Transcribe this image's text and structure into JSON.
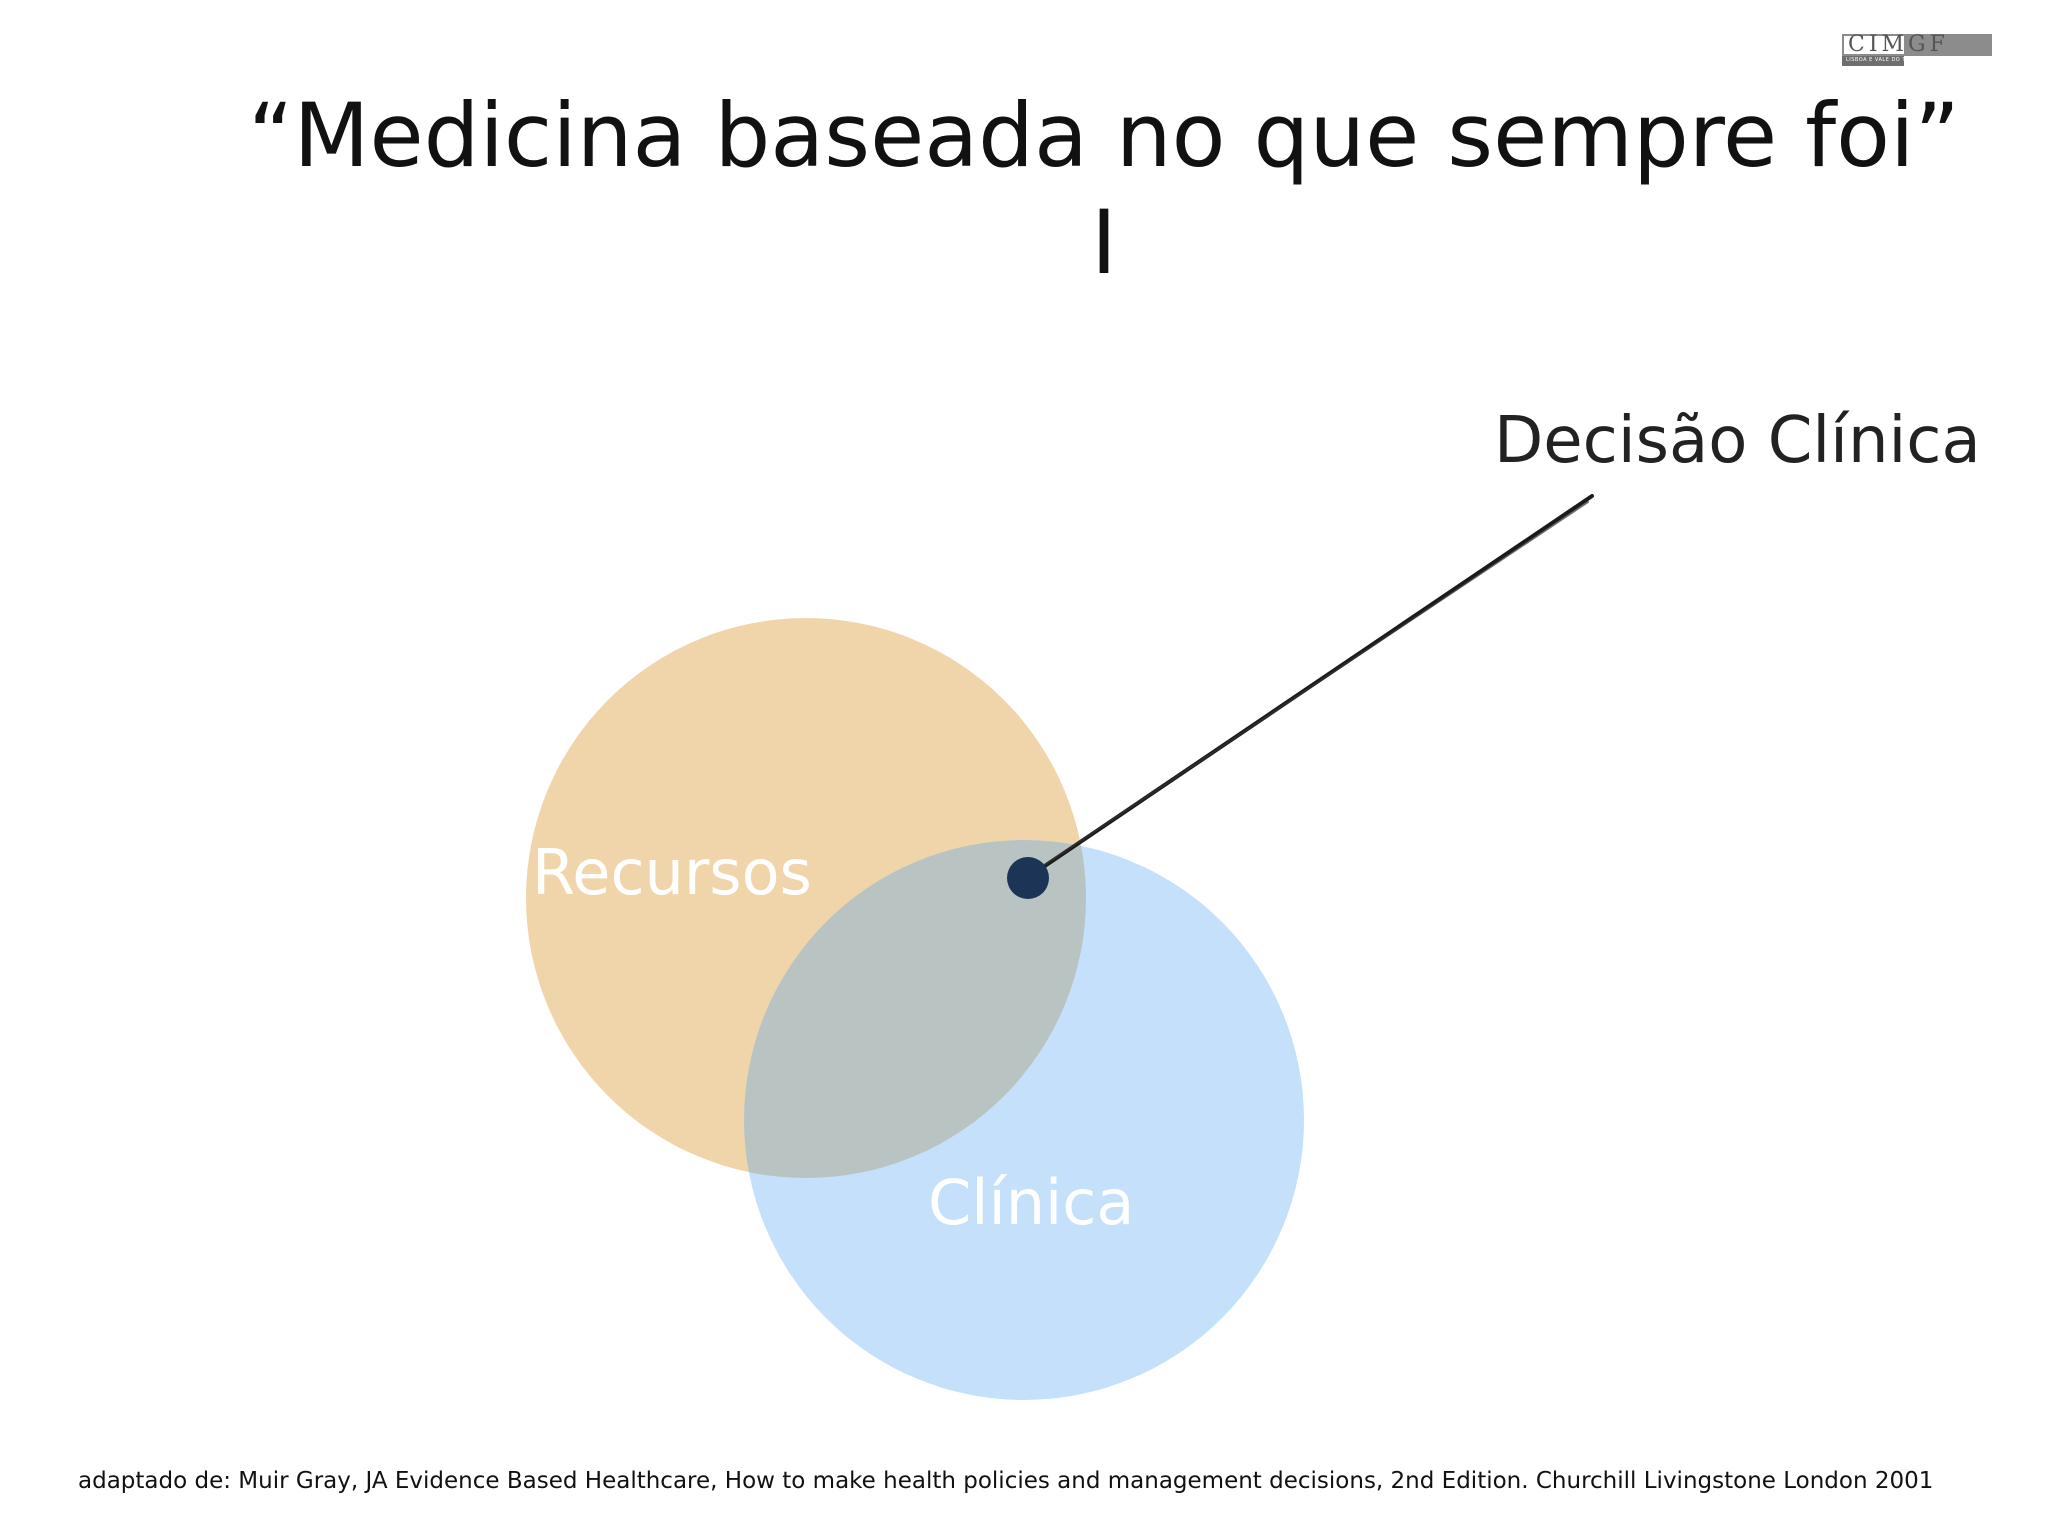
{
  "logo": {
    "text": "CIMGF",
    "subtitle": "LISBOA E VALE DO TEJO"
  },
  "title": {
    "line1": "“Medicina baseada no que sempre foi”",
    "line2": "I"
  },
  "diagram": {
    "callout_label": "Decisão Clínica",
    "circles": [
      {
        "label": "Recursos",
        "color": "#f1d5aa"
      },
      {
        "label": "Clínica",
        "color": "#c4e0fa"
      }
    ],
    "overlap_color": "#b9c3c1",
    "decision_point_color": "#1c3556"
  },
  "citation": "adaptado de: Muir Gray, JA Evidence Based Healthcare, How to make health policies and management decisions, 2nd Edition.  Churchill Livingstone London 2001"
}
